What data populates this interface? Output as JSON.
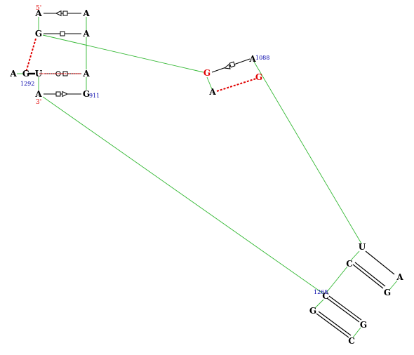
{
  "colors": {
    "backbone": "#33b833",
    "base": "#000000",
    "highlight": "#e00000",
    "number": "#0000aa",
    "end_label": "#e00000"
  },
  "nucleotides": [
    {
      "id": "n_A_tl",
      "base": "A",
      "highlight": false
    },
    {
      "id": "n_A_tr",
      "base": "A",
      "highlight": false
    },
    {
      "id": "n_G_l2",
      "base": "G",
      "highlight": false
    },
    {
      "id": "n_A_r2",
      "base": "A",
      "highlight": false
    },
    {
      "id": "n_A_far",
      "base": "A",
      "highlight": false
    },
    {
      "id": "n_G_1292",
      "base": "G",
      "highlight": false
    },
    {
      "id": "n_U_l3",
      "base": "U",
      "highlight": true
    },
    {
      "id": "n_A_r3",
      "base": "A",
      "highlight": false
    },
    {
      "id": "n_A_l4",
      "base": "A",
      "highlight": false
    },
    {
      "id": "n_G_911",
      "base": "G",
      "highlight": false
    },
    {
      "id": "n_G_mid",
      "base": "G",
      "highlight": true
    },
    {
      "id": "n_A_1088",
      "base": "A",
      "highlight": false
    },
    {
      "id": "n_A_mid2",
      "base": "A",
      "highlight": false
    },
    {
      "id": "n_G_mid2",
      "base": "G",
      "highlight": true
    },
    {
      "id": "n_U_br",
      "base": "U",
      "highlight": false
    },
    {
      "id": "n_C_br",
      "base": "C",
      "highlight": false
    },
    {
      "id": "n_A_br",
      "base": "A",
      "highlight": false
    },
    {
      "id": "n_G_br",
      "base": "G",
      "highlight": false
    },
    {
      "id": "n_C_1268",
      "base": "C",
      "highlight": false
    },
    {
      "id": "n_G_bl",
      "base": "G",
      "highlight": false
    },
    {
      "id": "n_G_br2",
      "base": "G",
      "highlight": false
    },
    {
      "id": "n_C_bot",
      "base": "C",
      "highlight": false
    }
  ],
  "labels": {
    "five_prime": "5'",
    "three_prime": "3'",
    "num_1292": "1292",
    "num_911": "911",
    "num_1088": "1088",
    "num_1268": "1268"
  }
}
